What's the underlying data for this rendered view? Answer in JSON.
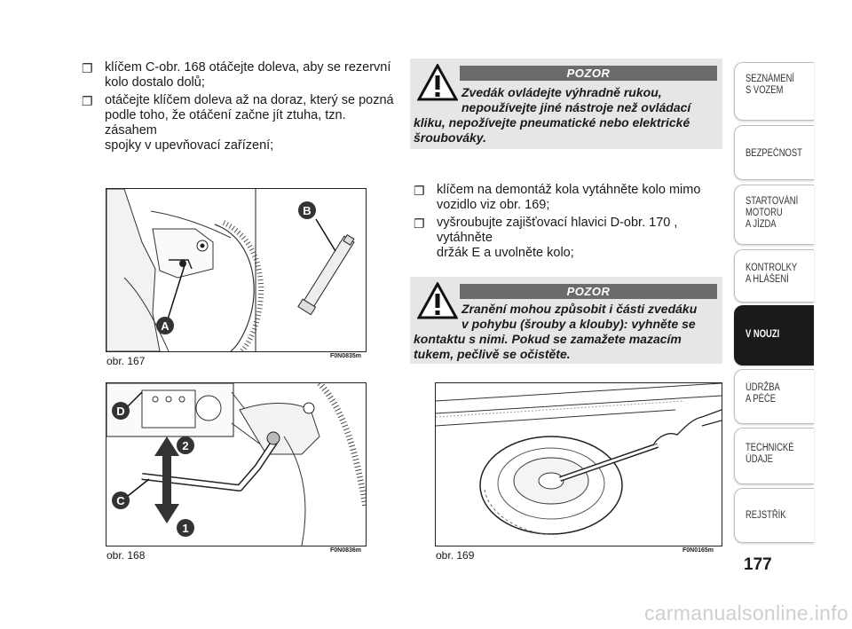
{
  "left_bullets": [
    {
      "line1": "klíčem C-obr. 168 otáčejte doleva, aby se rezervní",
      "line2": "kolo dostalo dolů;",
      "line3": ""
    },
    {
      "line1": "otáčejte klíčem doleva až na doraz, který se pozná",
      "line2": "podle toho, že otáčení začne jít ztuha, tzn. zásahem",
      "line3": "spojky v upevňovací zařízení;"
    }
  ],
  "warning1": {
    "title": "POZOR",
    "line1": "Zvedák ovládejte výhradně rukou,",
    "line2": "nepoužívejte jiné nástroje než ovládací",
    "line3": "kliku, nepožívejte pneumatické nebo elektrické",
    "line4": "šroubováky."
  },
  "right_bullets": [
    {
      "line1": "klíčem na demontáž kola vytáhněte kolo mimo",
      "line2": "vozidlo viz obr. 169;"
    },
    {
      "line1": "vyšroubujte zajišťovací hlavici D-obr. 170 , vytáhněte",
      "line2": "držák E a uvolněte kolo;"
    }
  ],
  "warning2": {
    "title": "POZOR",
    "line1": "Zranění mohou způsobit i části zvedáku",
    "line2": "v pohybu (šrouby a klouby): vyhněte se",
    "line3": "kontaktu s nimi. Pokud se zamažete mazacím",
    "line4": "tukem, pečlivě se očistěte."
  },
  "figures": {
    "fig167": {
      "caption": "obr. 167",
      "code": "F0N0835m",
      "label_a": "A",
      "label_b": "B"
    },
    "fig168": {
      "caption": "obr. 168",
      "code": "F0N0836m",
      "label_d": "D",
      "label_c": "C",
      "label_2": "2",
      "label_1": "1"
    },
    "fig169": {
      "caption": "obr. 169",
      "code": "F0N0165m"
    }
  },
  "nav_tabs": [
    {
      "line1": "SEZNÁMENÍ",
      "line2": "S VOZEM",
      "line3": ""
    },
    {
      "line1": "BEZPEČNOST",
      "line2": "",
      "line3": ""
    },
    {
      "line1": "STARTOVÁNÍ",
      "line2": "MOTORU",
      "line3": "A JÍZDA"
    },
    {
      "line1": "KONTROLKY",
      "line2": "A HLÁŠENÍ",
      "line3": ""
    },
    {
      "line1": "V NOUZI",
      "line2": "",
      "line3": ""
    },
    {
      "line1": "ÚDRŽBA",
      "line2": "A PÉČE",
      "line3": ""
    },
    {
      "line1": "TECHNICKÉ",
      "line2": "ÚDAJE",
      "line3": ""
    },
    {
      "line1": "REJSTŘÍK",
      "line2": "",
      "line3": ""
    }
  ],
  "page_number": "177",
  "watermark": "carmanualsonline.info",
  "colors": {
    "warning_bar": "#6b6b6b",
    "warning_bg": "#e6e6e6",
    "active_tab": "#1a1a1a"
  },
  "icons": {
    "bullet": "checkbox-bullet-icon",
    "warning": "warning-triangle-icon"
  }
}
